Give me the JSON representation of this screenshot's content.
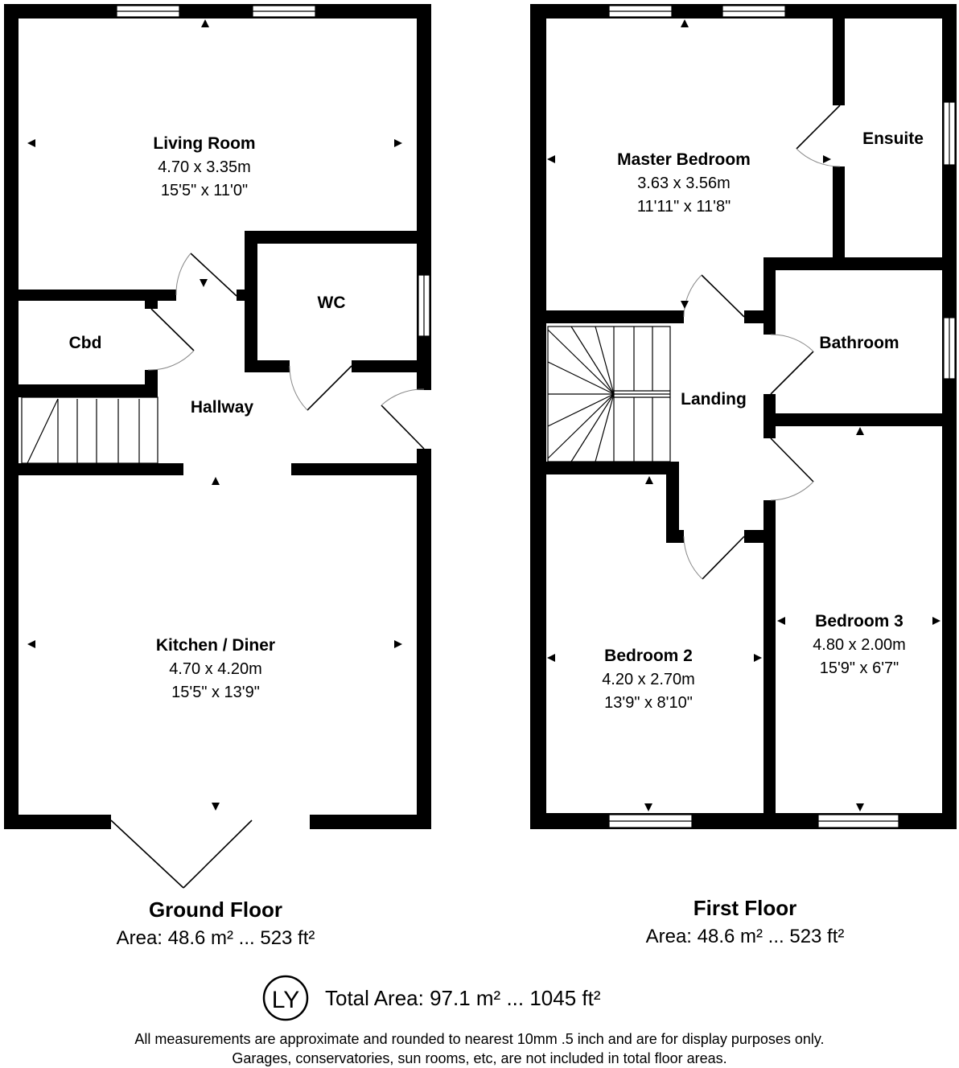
{
  "ground_floor": {
    "title": "Ground Floor",
    "area": "Area: 48.6 m² ... 523 ft²",
    "rooms": [
      {
        "name": "Living Room",
        "metric": "4.70 x 3.35m",
        "imperial": "15'5\" x 11'0\""
      },
      {
        "name": "Cbd"
      },
      {
        "name": "WC"
      },
      {
        "name": "Hallway"
      },
      {
        "name": "Kitchen / Diner",
        "metric": "4.70 x 4.20m",
        "imperial": "15'5\" x 13'9\""
      }
    ]
  },
  "first_floor": {
    "title": "First Floor",
    "area": "Area: 48.6 m² ... 523 ft²",
    "rooms": [
      {
        "name": "Master Bedroom",
        "metric": "3.63 x 3.56m",
        "imperial": "11'11\" x 11'8\""
      },
      {
        "name": "Ensuite"
      },
      {
        "name": "Bathroom"
      },
      {
        "name": "Landing"
      },
      {
        "name": "Bedroom 2",
        "metric": "4.20 x 2.70m",
        "imperial": "13'9\" x 8'10\""
      },
      {
        "name": "Bedroom 3",
        "metric": "4.80 x 2.00m",
        "imperial": "15'9\" x 6'7\""
      }
    ]
  },
  "logo": {
    "text": "LY"
  },
  "total_area": "Total Area: 97.1 m² ... 1045 ft²",
  "disclaimer": {
    "line1": "All measurements are approximate and rounded to nearest 10mm .5 inch and are for display purposes only.",
    "line2": "Garages, conservatories, sun rooms, etc, are not included in total floor areas."
  }
}
